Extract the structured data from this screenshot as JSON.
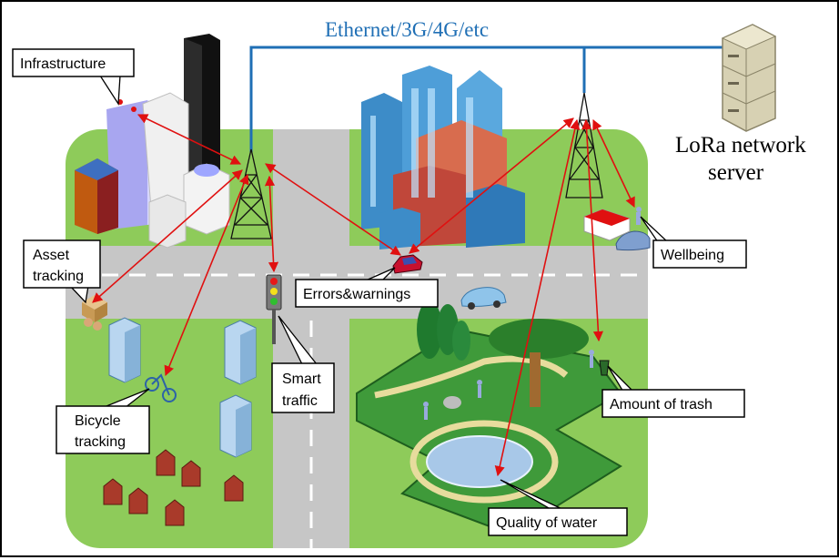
{
  "network": {
    "backhaul_label": "Ethernet/3G/4G/etc",
    "server_label_line1": "LoRa network",
    "server_label_line2": "server"
  },
  "callouts": {
    "infrastructure": "Infrastructure",
    "asset_line1": "Asset",
    "asset_line2": "tracking",
    "errors": "Errors&warnings",
    "smart_line1": "Smart",
    "smart_line2": "traffic",
    "bicycle_line1": "Bicycle",
    "bicycle_line2": "tracking",
    "wellbeing": "Wellbeing",
    "trash": "Amount of trash",
    "water": "Quality of water"
  },
  "colors": {
    "grass": "#8ecb5a",
    "road": "#c8c8c8",
    "link": "#e01010",
    "backhaul": "#1f6fb5",
    "park": "#3f9a3a"
  }
}
